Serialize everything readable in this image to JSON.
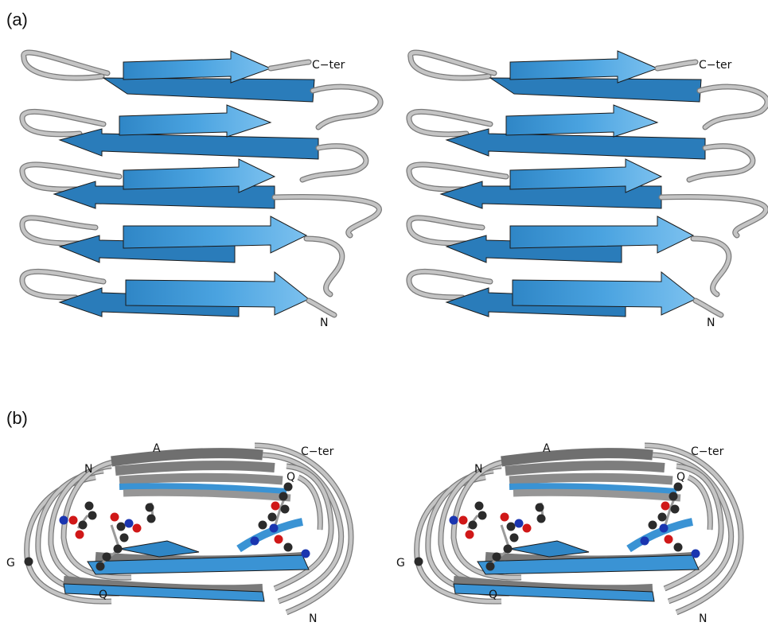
{
  "figure": {
    "colors": {
      "strand": "#3a93d4",
      "strand_light": "#6ab6ea",
      "strand_dark": "#1f6a9e",
      "edge": "#1a1a1a",
      "coil": "#bdbdbd",
      "coil_edge": "#7a7a7a",
      "backbone_grey": "#8a8a8a",
      "atom_carbon": "#2b2b2b",
      "atom_oxygen": "#d01818",
      "atom_nitrogen": "#1a35b0"
    },
    "panel_a": {
      "label": "(a)",
      "view_labels": {
        "c_terminus": "C−ter",
        "n_terminus": "N"
      },
      "strand_pair_count": 5
    },
    "panel_b": {
      "label": "(b)",
      "residue_labels": {
        "top": "A",
        "n_terminus_top": "N",
        "c_terminus": "C−ter",
        "q_right": "Q",
        "g_left": "G",
        "q_bottom": "Q",
        "n_terminus_bottom": "N"
      }
    }
  }
}
